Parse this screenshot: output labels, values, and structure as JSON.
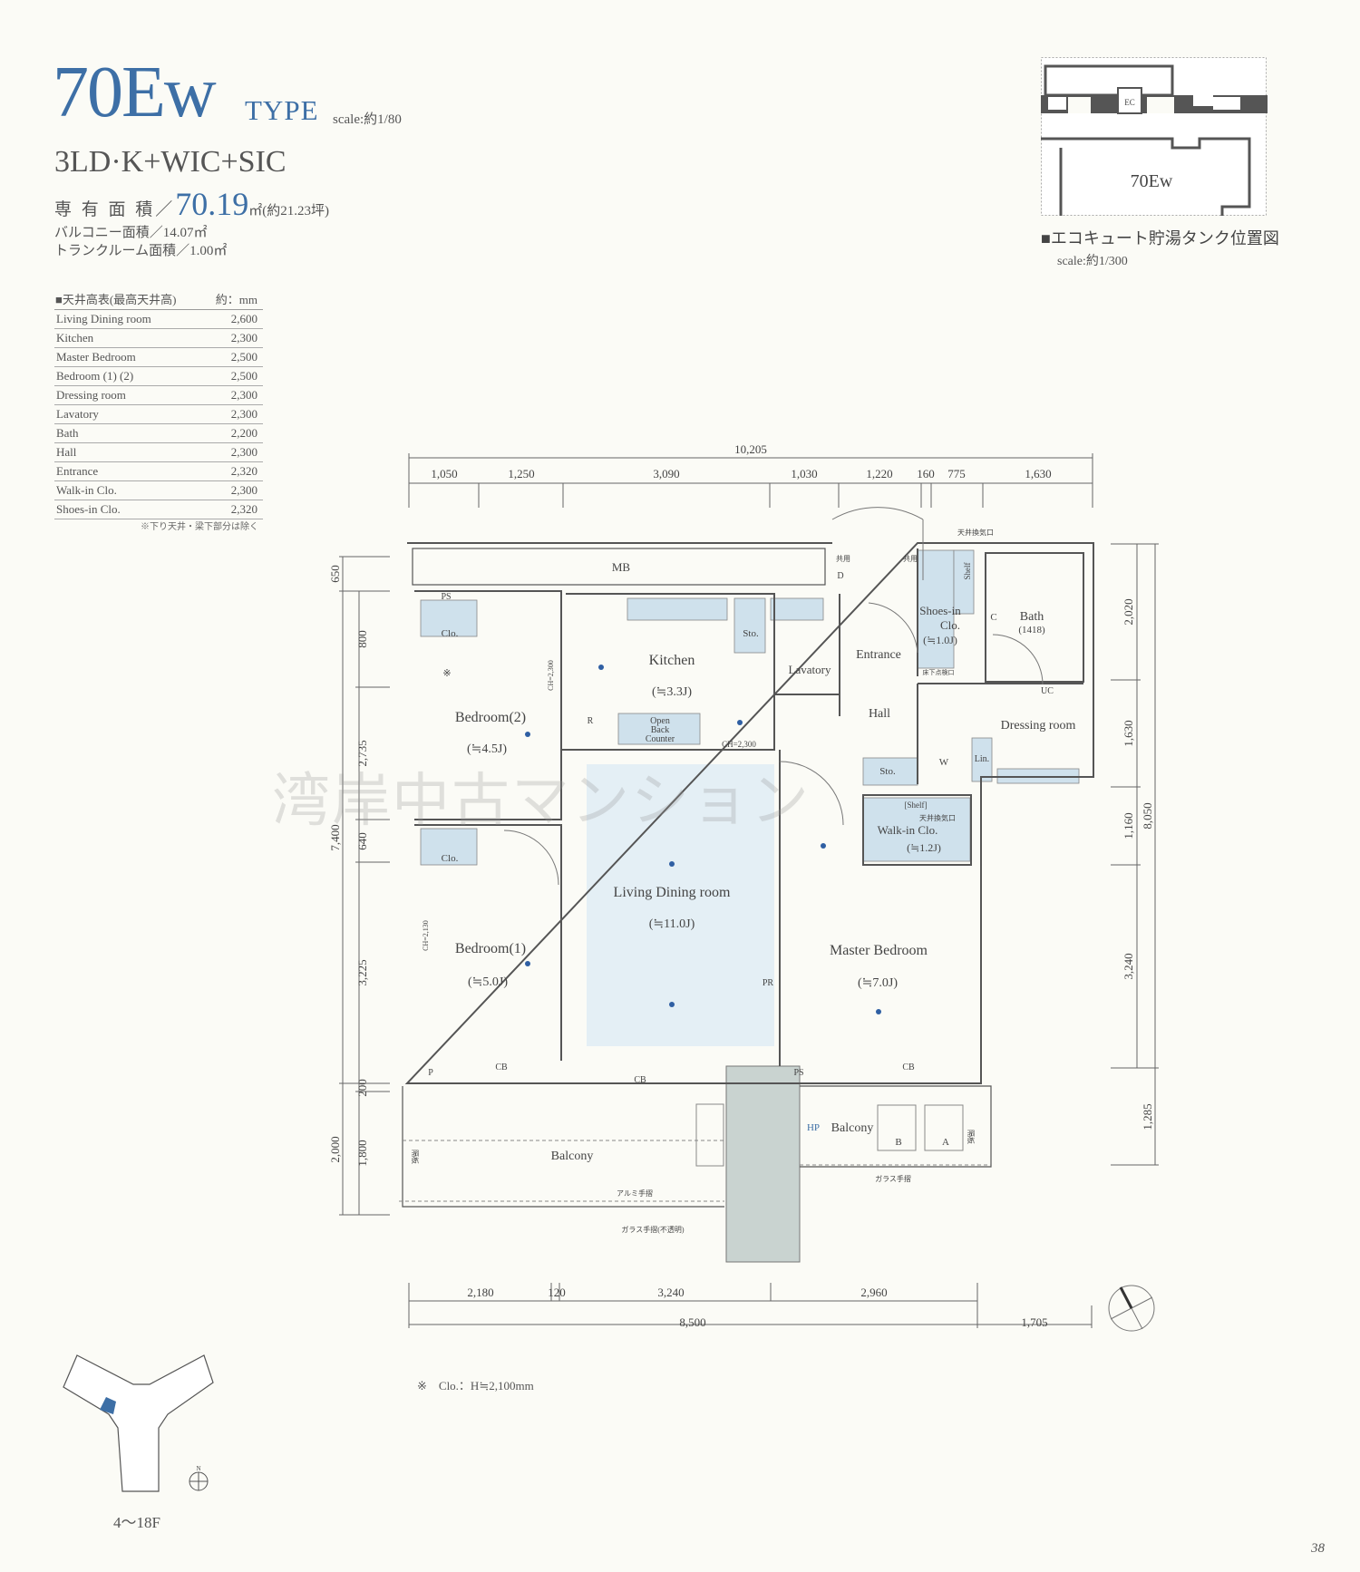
{
  "header": {
    "type_code": "70Ew",
    "type_word": "TYPE",
    "scale": "scale:約1/80",
    "layout": "3LD·K+WIC+SIC",
    "area_label": "専 有 面 積／",
    "area_value": "70.19",
    "area_unit": "㎡(約21.23坪)",
    "balcony_area": "バルコニー面積／14.07㎡",
    "trunk_room_area": "トランクルーム面積／1.00㎡"
  },
  "ceiling_table": {
    "title": "■天井高表(最高天井高)",
    "unit": "約：mm",
    "rows": [
      {
        "room": "Living Dining room",
        "height": "2,600"
      },
      {
        "room": "Kitchen",
        "height": "2,300"
      },
      {
        "room": "Master Bedroom",
        "height": "2,500"
      },
      {
        "room": "Bedroom (1) (2)",
        "height": "2,500"
      },
      {
        "room": "Dressing room",
        "height": "2,300"
      },
      {
        "room": "Lavatory",
        "height": "2,300"
      },
      {
        "room": "Bath",
        "height": "2,200"
      },
      {
        "room": "Hall",
        "height": "2,300"
      },
      {
        "room": "Entrance",
        "height": "2,320"
      },
      {
        "room": "Walk-in Clo.",
        "height": "2,300"
      },
      {
        "room": "Shoes-in Clo.",
        "height": "2,320"
      }
    ],
    "note": "※下り天井・梁下部分は除く"
  },
  "key_map": {
    "unit_label": "70Ew",
    "ec_label": "EC",
    "caption": "■エコキュート貯湯タンク位置図",
    "scale": "scale:約1/300"
  },
  "dimensions": {
    "top_total": "10,205",
    "top": [
      "1,050",
      "1,250",
      "3,090",
      "1,030",
      "1,220",
      "160",
      "775",
      "1,630"
    ],
    "bottom": [
      "2,180",
      "120",
      "3,240",
      "2,960"
    ],
    "bottom_total": [
      "8,500",
      "1,705"
    ],
    "left_outer": [
      "650",
      "7,400",
      "2,000"
    ],
    "left_inner": [
      "800",
      "2,735",
      "640",
      "3,225",
      "200",
      "1,800"
    ],
    "right_inner": [
      "2,020",
      "1,630",
      "1,160",
      "3,240"
    ],
    "right_outer": [
      "8,050",
      "1,285"
    ]
  },
  "rooms": {
    "mb": "MB",
    "ps": "PS",
    "clo1": "Clo.",
    "clo2": "Clo.",
    "bedroom2": "Bedroom(2)",
    "bedroom2_size": "(≒4.5J)",
    "kitchen": "Kitchen",
    "kitchen_size": "(≒3.3J)",
    "sto1": "Sto.",
    "lavatory": "Lavatory",
    "entrance": "Entrance",
    "shoes_in": "Shoes-in",
    "shoes_in2": "Clo.",
    "shoes_in_size": "(≒1.0J)",
    "bath": "Bath",
    "bath_size": "(1418)",
    "hall": "Hall",
    "dressing": "Dressing room",
    "lin": "Lin.",
    "w": "W",
    "sto2": "Sto.",
    "uc": "UC",
    "c": "C",
    "open_back_counter": [
      "Open",
      "Back",
      "Counter"
    ],
    "r": "R",
    "ch_2300": "CH=2,300",
    "ch_2300_v": "CH=2,300",
    "ch_2130": "CH=2,130",
    "shelf": "[Shelf]",
    "shelf_v": "Shelf",
    "ceiling_vent": "天井換気口",
    "ceiling_vent2": "天井換気口",
    "floor_hatch": "床下点検口",
    "walkin": "Walk-in Clo.",
    "walkin_size": "(≒1.2J)",
    "ld": "Living Dining room",
    "ld_size": "(≒11.0J)",
    "bedroom1": "Bedroom(1)",
    "bedroom1_size": "(≒5.0J)",
    "master": "Master Bedroom",
    "master_size": "(≒7.0J)",
    "pr": "PR",
    "cb1": "CB",
    "cb2": "CB",
    "cb3": "CB",
    "p": "P",
    "ps2": "PS",
    "balcony1": "Balcony",
    "balcony2": "Balcony",
    "hp": "HP",
    "unit_b": "B",
    "unit_a": "A",
    "alu_rail": "アルミ手摺",
    "glass_rail_opaque": "ガラス手摺(不透明)",
    "glass_rail": "ガラス手摺",
    "partition1": "隔板",
    "partition2": "隔板",
    "shared1": "共用",
    "shared2": "共用",
    "d": "D",
    "kome": "※"
  },
  "notes": {
    "clo": "※　Clo.：H≒2,100mm"
  },
  "site": {
    "floors": "4〜18F",
    "north": "N"
  },
  "watermark": "湾岸中古マンション",
  "page_number": "38",
  "colors": {
    "accent": "#3d6fa6",
    "fixture": "#cfe1ec",
    "ld_shade": "#e4eff5",
    "wall": "#555555"
  }
}
